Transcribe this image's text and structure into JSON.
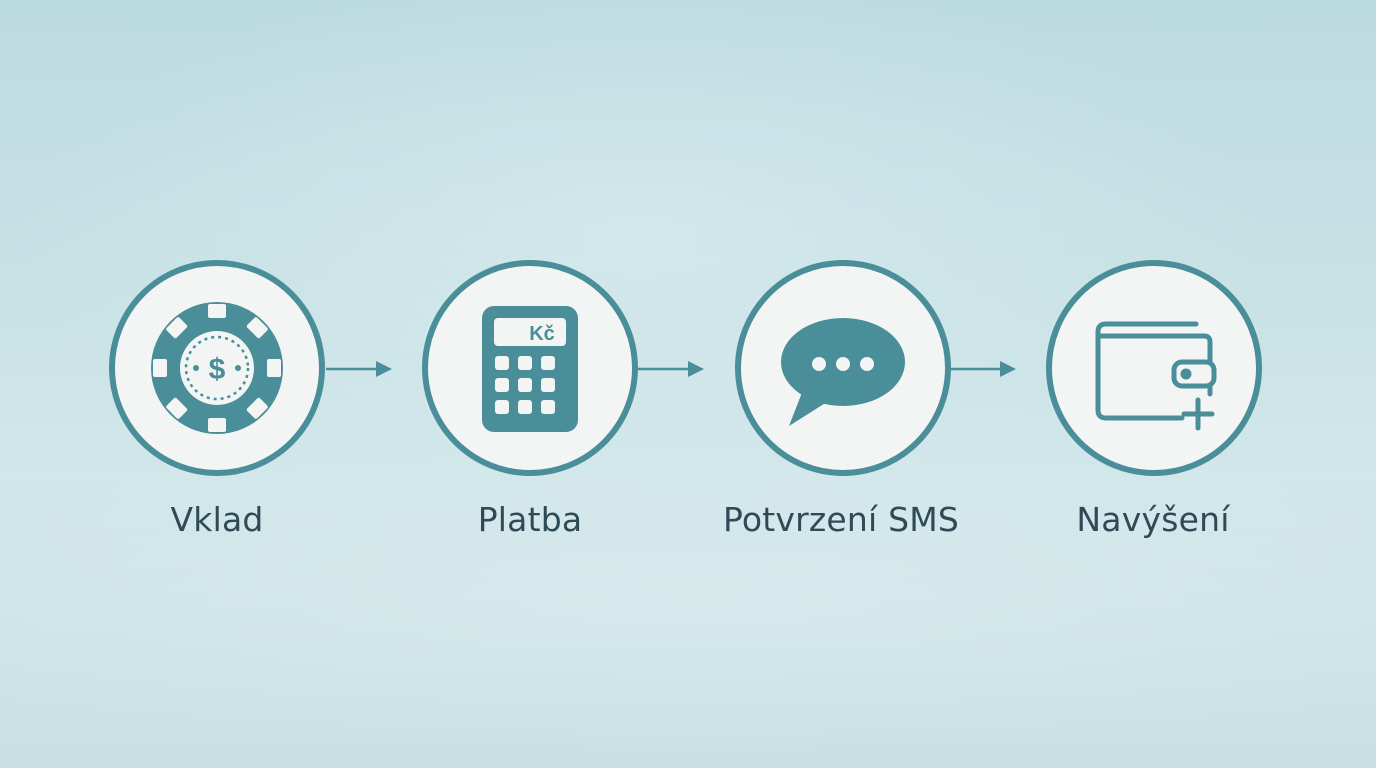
{
  "colors": {
    "accent": "#4a8e99",
    "circle_fill": "#f3f5f4",
    "label_text": "#2f4a57"
  },
  "steps": [
    {
      "label": "Vklad",
      "icon": "casino-chip-dollar-icon",
      "icon_text": "$"
    },
    {
      "label": "Platba",
      "icon": "calculator-icon",
      "icon_text": "Kč"
    },
    {
      "label": "Potvrzení SMS",
      "icon": "chat-bubble-icon"
    },
    {
      "label": "Navýšení",
      "icon": "wallet-plus-icon"
    }
  ]
}
